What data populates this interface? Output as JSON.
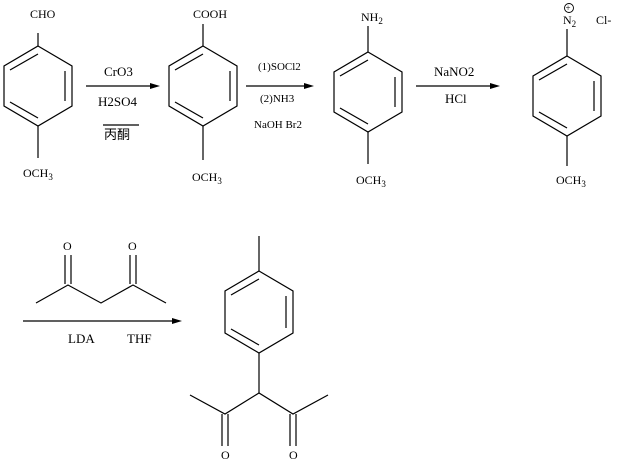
{
  "step1": {
    "reactant": {
      "top_group": "CHO",
      "bottom_group": "OCH",
      "bottom_sub": "3"
    },
    "arrow": {
      "reagent_above": "CrO3",
      "reagent_below": "H2SO4",
      "solvent": "丙酮"
    }
  },
  "step2": {
    "product": {
      "top_group": "COOH",
      "bottom_group": "OCH",
      "bottom_sub": "3"
    },
    "arrow": {
      "reagent_above": "(1)SOCl2",
      "reagent_below": "(2)NH3",
      "reagent_below2": "NaOH Br2"
    }
  },
  "step3": {
    "product": {
      "top_group": "NH",
      "top_sub": "2",
      "bottom_group": "OCH",
      "bottom_sub": "3"
    },
    "arrow": {
      "reagent_above": "NaNO2",
      "reagent_below": "HCl"
    }
  },
  "step4": {
    "product": {
      "top_group": "N",
      "top_sub": "2",
      "charge": "+",
      "counter_ion": "Cl-",
      "bottom_group": "OCH",
      "bottom_sub": "3"
    }
  },
  "step5": {
    "reactant": {
      "carbonyl_o1": "O",
      "carbonyl_o2": "O"
    },
    "arrow": {
      "reagent_below_1": "LDA",
      "reagent_below_2": "THF"
    },
    "product": {
      "carbonyl_o1": "O",
      "carbonyl_o2": "O"
    }
  }
}
